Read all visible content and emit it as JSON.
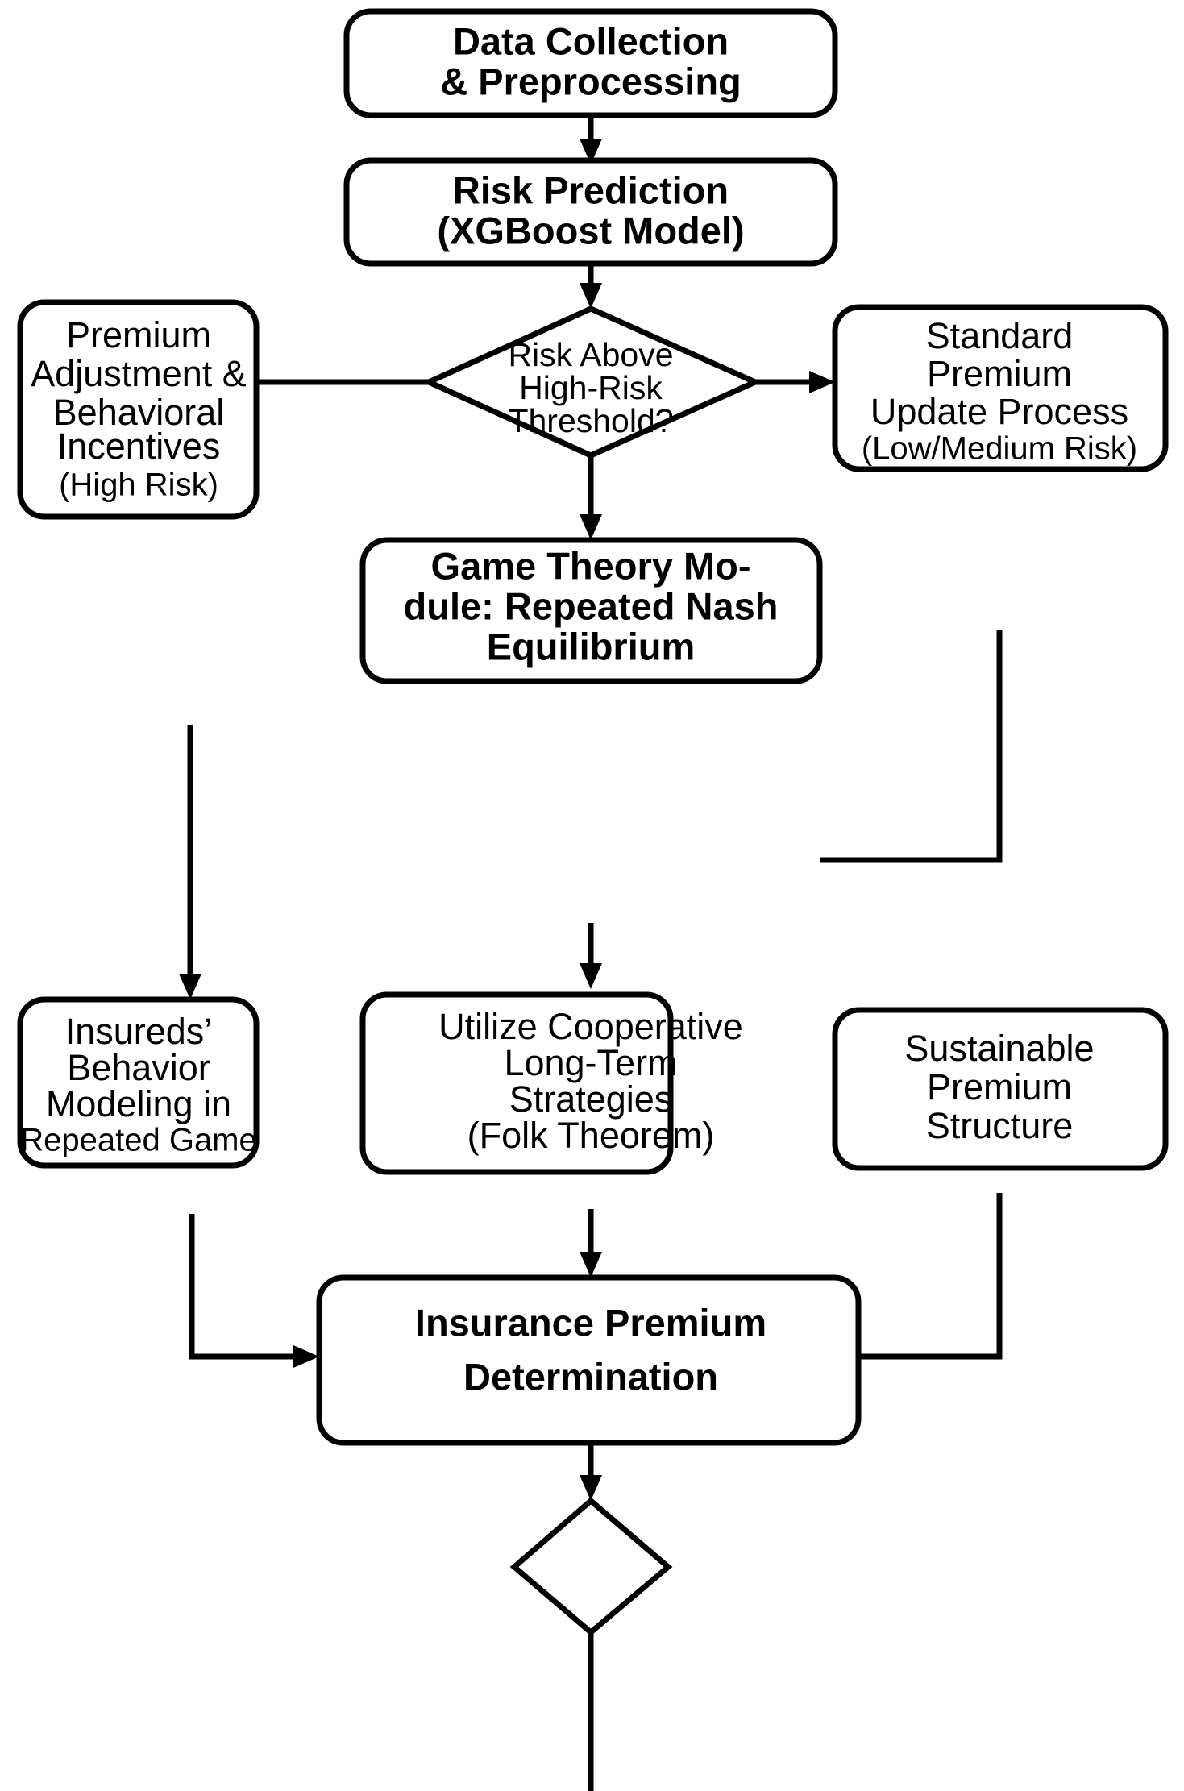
{
  "diagram": {
    "type": "flowchart",
    "title": "Insurance Premium Determination Flowchart",
    "background_color": "#ffffff",
    "line_color": "#000000",
    "text_color": "#000000",
    "nodes": [
      {
        "id": "data-collection",
        "shape": "rounded-rectangle",
        "lines": [
          "Data Collection",
          "& Preprocessing"
        ],
        "line1": "Data Collection",
        "line2": "& Preprocessing"
      },
      {
        "id": "risk-prediction",
        "shape": "rounded-rectangle",
        "lines": [
          "Risk Prediction",
          "(XGBoost Model)"
        ],
        "line1": "Risk Prediction",
        "line2": "(XGBoost Model)"
      },
      {
        "id": "risk-threshold-decision",
        "shape": "diamond",
        "lines": [
          "Risk Above",
          "High-Risk",
          "Threshold?"
        ],
        "line1": "Risk Above",
        "line2": "High-Risk",
        "line3": "Threshold?"
      },
      {
        "id": "premium-adjustment",
        "shape": "rounded-rectangle",
        "lines": [
          "Premium",
          "Adjustment &",
          "Behavioral",
          "Incentives",
          "(High Risk)"
        ],
        "line1": "Premium",
        "line2": "Adjustment &",
        "line3": "Behavioral",
        "line4": "Incentives",
        "line5": "(High Risk)"
      },
      {
        "id": "standard-premium-update",
        "shape": "rounded-rectangle",
        "lines": [
          "Standard",
          "Premium",
          "Update Process",
          "(Low/Medium Risk)"
        ],
        "line1": "Standard",
        "line2": "Premium",
        "line3": "Update Process",
        "line4": "(Low/Medium Risk)"
      },
      {
        "id": "game-theory-module",
        "shape": "rounded-rectangle",
        "lines": [
          "Game Theory Mo-",
          "dule: Repeated Nash",
          "Equilibrium"
        ],
        "line1": "Game Theory Mo-",
        "line2": "dule: Repeated Nash",
        "line3": "Equilibrium"
      },
      {
        "id": "insureds-behavior-modeling",
        "shape": "rounded-rectangle",
        "lines": [
          "Insureds’",
          "Behavior",
          "Modeling in",
          "Repeated Game"
        ],
        "line1": "Insureds’",
        "line2": "Behavior",
        "line3": "Modeling in",
        "line4": "Repeated Game"
      },
      {
        "id": "cooperative-strategies",
        "shape": "rounded-rectangle",
        "lines": [
          "Utilize Cooperative",
          "Long-Term",
          "Strategies",
          "(Folk Theorem)"
        ],
        "line1": "Utilize Cooperative",
        "line2": "Long-Term",
        "line3": "Strategies",
        "line4": "(Folk Theorem)"
      },
      {
        "id": "sustainable-premium-structure",
        "shape": "rounded-rectangle",
        "lines": [
          "Sustainable",
          "Premium",
          "Structure"
        ],
        "line1": "Sustainable",
        "line2": "Premium",
        "line3": "Structure"
      },
      {
        "id": "insurance-premium-determination",
        "shape": "rounded-rectangle",
        "lines": [
          "Insurance Premium",
          "Determination"
        ],
        "line1": "Insurance Premium",
        "line2": "Determination"
      },
      {
        "id": "terminal-decision",
        "shape": "diamond",
        "lines": [],
        "line1": ""
      }
    ],
    "edges": [
      {
        "id": "e1",
        "from": "data-collection",
        "to": "risk-prediction",
        "arrow": true,
        "label": ""
      },
      {
        "id": "e2",
        "from": "risk-prediction",
        "to": "risk-threshold-decision",
        "arrow": true,
        "label": ""
      },
      {
        "id": "e3",
        "from": "risk-threshold-decision",
        "to": "standard-premium-update",
        "arrow": true,
        "label": ""
      },
      {
        "id": "e4",
        "from": "risk-threshold-decision",
        "to": "premium-adjustment",
        "arrow": false,
        "label": ""
      },
      {
        "id": "e5",
        "from": "risk-threshold-decision",
        "to": "game-theory-module",
        "arrow": true,
        "label": ""
      },
      {
        "id": "e6",
        "from": "standard-premium-update",
        "to": "game-theory-module",
        "arrow": false,
        "label": ""
      },
      {
        "id": "e7",
        "from": "premium-adjustment",
        "to": "insureds-behavior-modeling",
        "arrow": true,
        "label": ""
      },
      {
        "id": "e8",
        "from": "game-theory-module",
        "to": "cooperative-strategies",
        "arrow": true,
        "label": ""
      },
      {
        "id": "e9",
        "from": "insureds-behavior-modeling",
        "to": "insurance-premium-determination",
        "arrow": true,
        "label": ""
      },
      {
        "id": "e10",
        "from": "cooperative-strategies",
        "to": "insurance-premium-determination",
        "arrow": true,
        "label": ""
      },
      {
        "id": "e11",
        "from": "sustainable-premium-structure",
        "to": "insurance-premium-determination",
        "arrow": false,
        "label": ""
      },
      {
        "id": "e12",
        "from": "insurance-premium-determination",
        "to": "terminal-decision",
        "arrow": true,
        "label": ""
      },
      {
        "id": "e13",
        "from": "terminal-decision",
        "to": "off-page",
        "arrow": false,
        "label": ""
      }
    ]
  }
}
